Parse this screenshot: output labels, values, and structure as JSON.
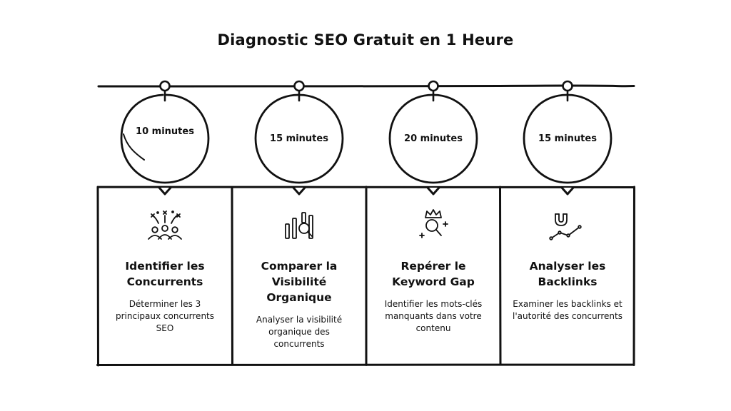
{
  "title": "Diagnostic SEO Gratuit en 1 Heure",
  "steps": [
    {
      "duration": "10 minutes",
      "title": "Identifier les Concurrents",
      "description": "Déterminer les 3 principaux concurrents SEO",
      "icon": "people-celebration-icon"
    },
    {
      "duration": "15 minutes",
      "title": "Comparer la Visibilité Organique",
      "description": "Analyser la visibilité organique des concurrents",
      "icon": "chart-magnifier-icon"
    },
    {
      "duration": "20 minutes",
      "title": "Repérer le Keyword Gap",
      "description": "Identifier les mots-clés manquants dans votre contenu",
      "icon": "crown-magnifier-icon"
    },
    {
      "duration": "15 minutes",
      "title": "Analyser les Backlinks",
      "description": "Examiner les backlinks et l'autorité des concurrents",
      "icon": "magnet-graph-icon"
    }
  ],
  "colors": {
    "ink": "#111111",
    "background": "#ffffff"
  }
}
